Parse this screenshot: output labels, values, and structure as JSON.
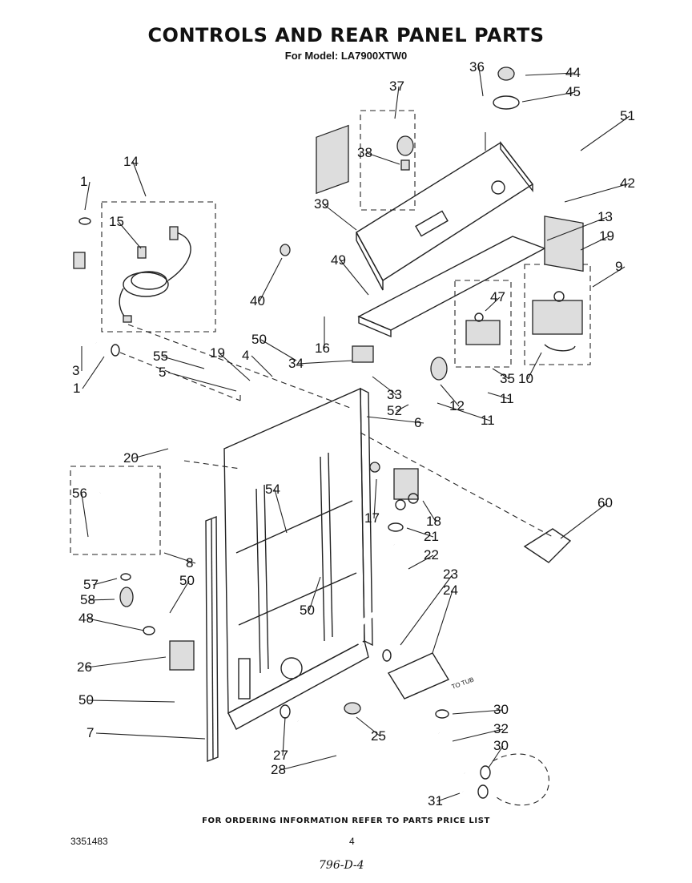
{
  "header": {
    "title": "CONTROLS AND REAR PANEL PARTS",
    "model": "For Model: LA7900XTW0"
  },
  "footer": {
    "ordering_note": "FOR ORDERING INFORMATION REFER TO PARTS PRICE LIST",
    "document_number": "3351483",
    "page_number": "4",
    "handwritten_note": "796-D-4"
  },
  "annotations": {
    "to_tub": "TO TUB"
  },
  "callouts": [
    "1",
    "14",
    "15",
    "3",
    "1",
    "55",
    "5",
    "19",
    "4",
    "50",
    "34",
    "16",
    "40",
    "49",
    "37",
    "38",
    "39",
    "36",
    "44",
    "45",
    "51",
    "42",
    "13",
    "19",
    "9",
    "47",
    "35",
    "10",
    "11",
    "33",
    "12",
    "52",
    "11",
    "6",
    "20",
    "56",
    "54",
    "17",
    "18",
    "21",
    "22",
    "8",
    "57",
    "50",
    "58",
    "48",
    "23",
    "24",
    "50",
    "26",
    "50",
    "7",
    "25",
    "27",
    "28",
    "30",
    "32",
    "30",
    "31",
    "60"
  ]
}
